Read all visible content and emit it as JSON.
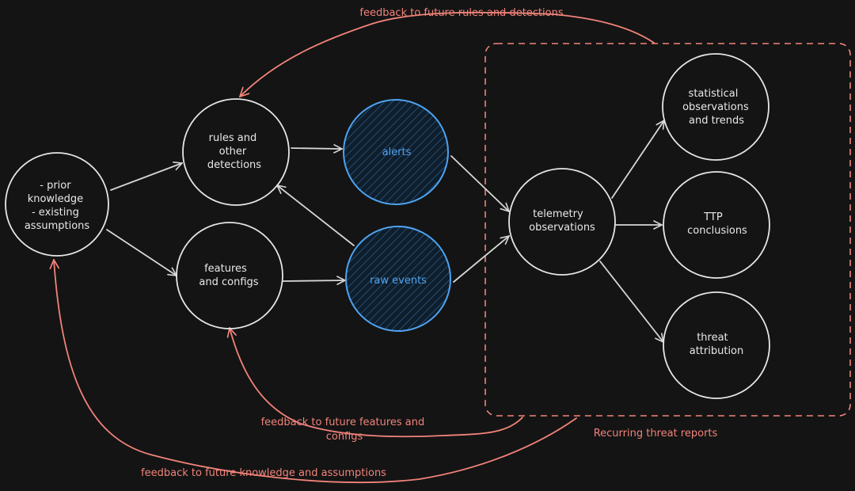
{
  "colors": {
    "background": "#141414",
    "node_stroke": "#e6e6e6",
    "highlight": "#4ea3f1",
    "feedback": "#f1837a"
  },
  "nodes": {
    "prior": [
      "- prior",
      "knowledge",
      "- existing",
      "assumptions"
    ],
    "rules": [
      "rules and",
      "other",
      "detections"
    ],
    "features": [
      "features",
      "and configs"
    ],
    "alerts": [
      "alerts"
    ],
    "raw_events": [
      "raw events"
    ],
    "telemetry": [
      "telemetry",
      "observations"
    ],
    "statistical": [
      "statistical",
      "observations",
      "and trends"
    ],
    "ttp": [
      "TTP",
      "conclusions"
    ],
    "threat": [
      "threat",
      "attribution"
    ]
  },
  "group_label": "Recurring threat reports",
  "feedback": {
    "rules": "feedback to future rules and detections",
    "features": [
      "feedback to future features and",
      "configs"
    ],
    "knowledge": "feedback to future knowledge and assumptions"
  }
}
